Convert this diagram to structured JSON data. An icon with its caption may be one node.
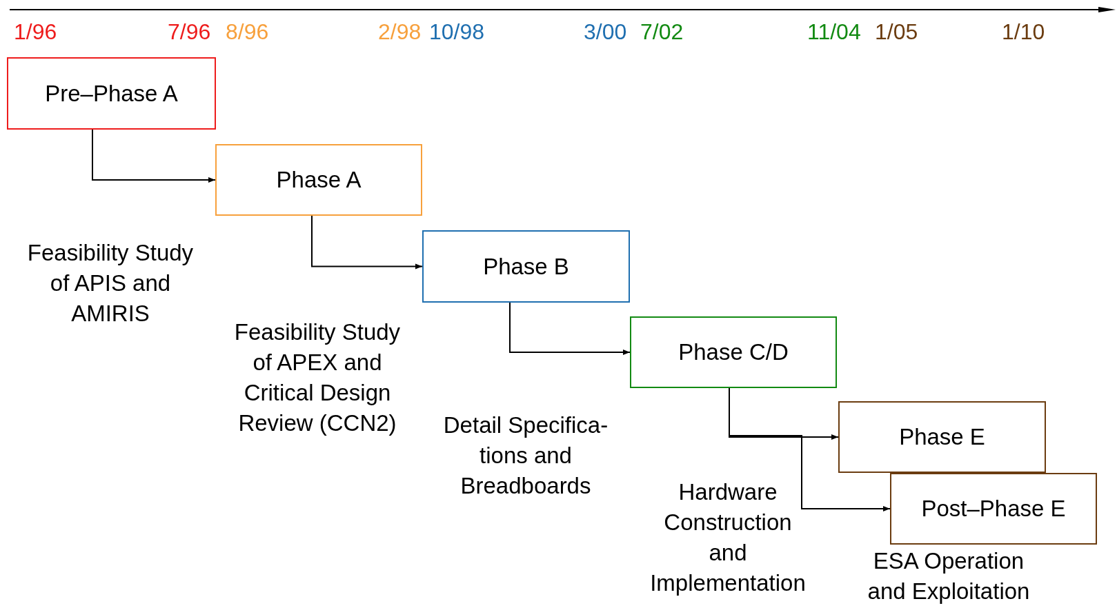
{
  "diagram": {
    "nodes": [
      {
        "text": [
          "Pre–Phase A"
        ]
      },
      {
        "text": [
          "Phase A"
        ]
      },
      {
        "text": [
          "Phase B"
        ]
      },
      {
        "text": [
          "Phase C/D"
        ]
      },
      {
        "text": [
          "Phase E"
        ]
      },
      {
        "text": [
          "Post–Phase E"
        ]
      }
    ],
    "edges": [
      {
        "from": 0,
        "to": 1,
        "arrow": "to"
      },
      {
        "from": 1,
        "to": 2,
        "arrow": "to"
      },
      {
        "from": 2,
        "to": 3,
        "arrow": "to"
      },
      {
        "from": 3,
        "to": 4,
        "arrow": "to"
      },
      {
        "from": 3,
        "to": 5,
        "arrow": "to"
      }
    ],
    "labels": [
      "1/96",
      "7/96",
      "8/96",
      "2/98",
      "10/98",
      "3/00",
      "7/02",
      "11/04",
      "1/05",
      "1/10",
      "Feasibility Study of APIS and AMIRIS",
      "Feasibility Study of APEX and Critical Design Review (CCN2)",
      "Detail Specifica- tions and Breadboards",
      "Hardware Construction and Implementation",
      "ESA Operation and Exploitation"
    ]
  }
}
